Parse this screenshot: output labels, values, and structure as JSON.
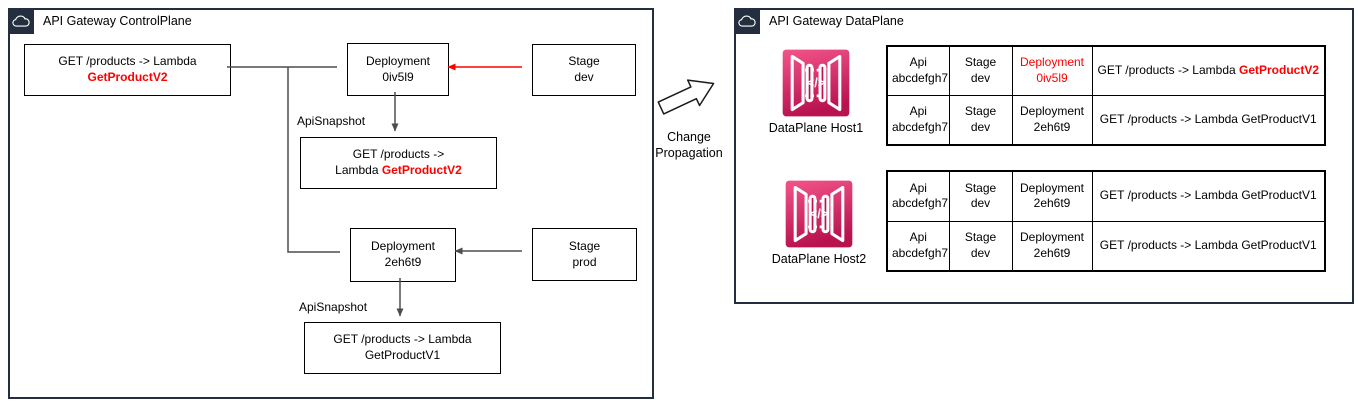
{
  "colors": {
    "highlight_red": "#ff0000",
    "group_border": "#232f3e",
    "icon_gradient_top": "#f2558a",
    "icon_gradient_bottom": "#b8124f"
  },
  "control_plane": {
    "title": "API Gateway ControlPlane",
    "api_box": {
      "line1": "GET /products -> Lambda",
      "highlight": "GetProductV2"
    },
    "deployment_dev": {
      "line1": "Deployment",
      "line2": "0iv5l9"
    },
    "stage_dev": {
      "line1": "Stage",
      "line2": "dev"
    },
    "snapshot_dev": {
      "label": "ApiSnapshot",
      "line1": "GET /products ->",
      "line2_prefix": "Lambda ",
      "line2_highlight": "GetProductV2"
    },
    "deployment_prod": {
      "line1": "Deployment",
      "line2": "2eh6t9"
    },
    "stage_prod": {
      "line1": "Stage",
      "line2": "prod"
    },
    "snapshot_prod": {
      "label": "ApiSnapshot",
      "line1": "GET /products -> Lambda",
      "line2": "GetProductV1"
    }
  },
  "change_propagation": {
    "line1": "Change",
    "line2": "Propagation"
  },
  "data_plane": {
    "title": "API Gateway DataPlane",
    "hosts": [
      {
        "name": "DataPlane Host1",
        "rows": [
          {
            "api_l1": "Api",
            "api_l2": "abcdefgh7",
            "stage_l1": "Stage",
            "stage_l2": "dev",
            "dep_l1": "Deployment",
            "dep_l2": "0iv5l9",
            "route_text": "GET /products -> Lambda ",
            "route_highlight": "GetProductV2"
          },
          {
            "api_l1": "Api",
            "api_l2": "abcdefgh7",
            "stage_l1": "Stage",
            "stage_l2": "dev",
            "dep_l1": "Deployment",
            "dep_l2": "2eh6t9",
            "route_text": "GET /products -> Lambda GetProductV1",
            "route_highlight": ""
          }
        ]
      },
      {
        "name": "DataPlane Host2",
        "rows": [
          {
            "api_l1": "Api",
            "api_l2": "abcdefgh7",
            "stage_l1": "Stage",
            "stage_l2": "dev",
            "dep_l1": "Deployment",
            "dep_l2": "2eh6t9",
            "route_text": "GET /products -> Lambda GetProductV1",
            "route_highlight": ""
          },
          {
            "api_l1": "Api",
            "api_l2": "abcdefgh7",
            "stage_l1": "Stage",
            "stage_l2": "dev",
            "dep_l1": "Deployment",
            "dep_l2": "2eh6t9",
            "route_text": "GET /products -> Lambda GetProductV1",
            "route_highlight": ""
          }
        ]
      }
    ]
  }
}
